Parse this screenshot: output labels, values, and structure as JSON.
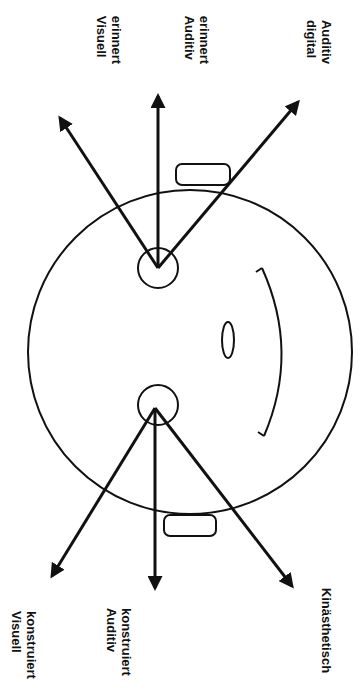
{
  "diagram": {
    "labels": [
      "erinnert Visuell",
      "erinnert Auditiv",
      "Auditiv digital",
      "konstruiert Visuell",
      "konstruiert Auditiv",
      "Kinästhetisch"
    ]
  }
}
